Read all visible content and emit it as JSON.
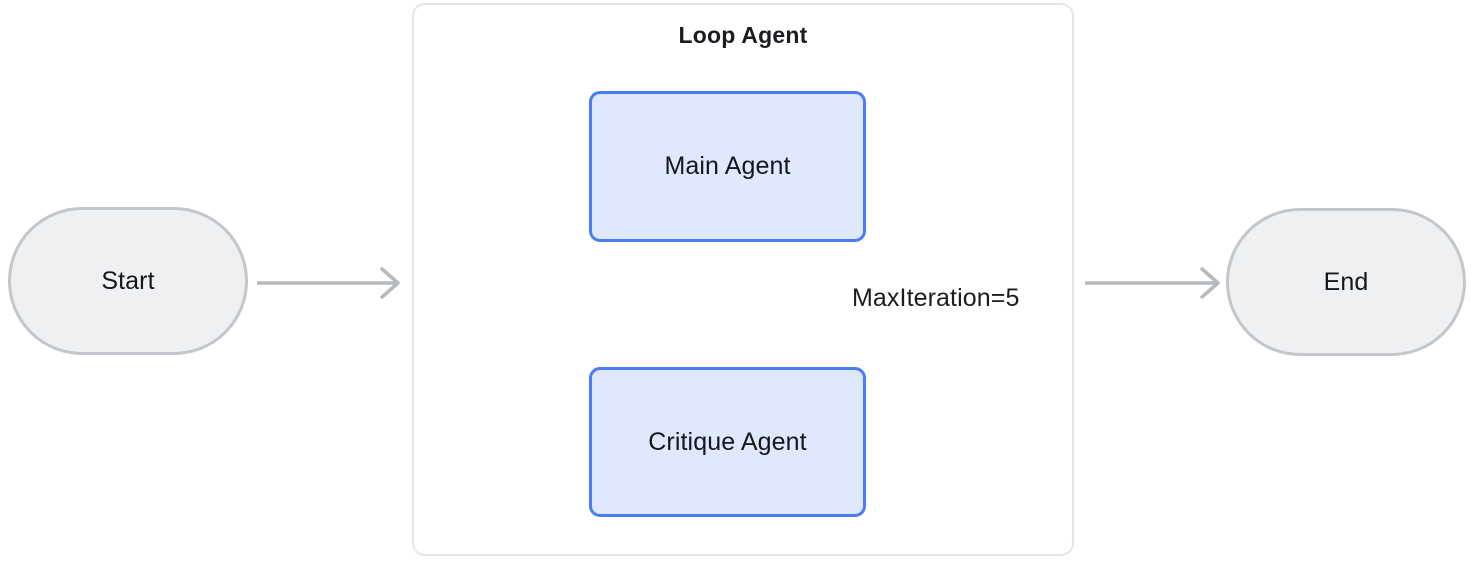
{
  "diagram": {
    "title": "Loop Agent",
    "colors": {
      "canvas_background": "#ffffff",
      "terminal_fill": "#eef0f2",
      "terminal_border": "#c3c6cb",
      "agent_fill": "#dfe8fd",
      "agent_border": "#4a7cfa",
      "container_border": "#e4e6e9",
      "edge_stroke": "#b5b8bd",
      "text": "#14171c"
    },
    "nodes": {
      "start": {
        "label": "Start",
        "shape": "stadium"
      },
      "end": {
        "label": "End",
        "shape": "stadium"
      },
      "main_agent": {
        "label": "Main Agent",
        "shape": "rounded-rect"
      },
      "critique_agent": {
        "label": "Critique Agent",
        "shape": "rounded-rect"
      }
    },
    "container": {
      "label": "Loop Agent",
      "shape": "rounded-rect-group"
    },
    "edges": [
      {
        "from": "start",
        "to": "loop_agent_container",
        "label": "",
        "direction": "right"
      },
      {
        "from": "main_agent",
        "to": "critique_agent",
        "label": "",
        "direction": "down"
      },
      {
        "from": "critique_agent",
        "to": "main_agent",
        "label": "MaxIteration=5",
        "direction": "loop-back"
      },
      {
        "from": "loop_agent_container",
        "to": "end",
        "label": "",
        "direction": "right"
      }
    ],
    "edge_labels": {
      "max_iteration": "MaxIteration=5"
    }
  }
}
